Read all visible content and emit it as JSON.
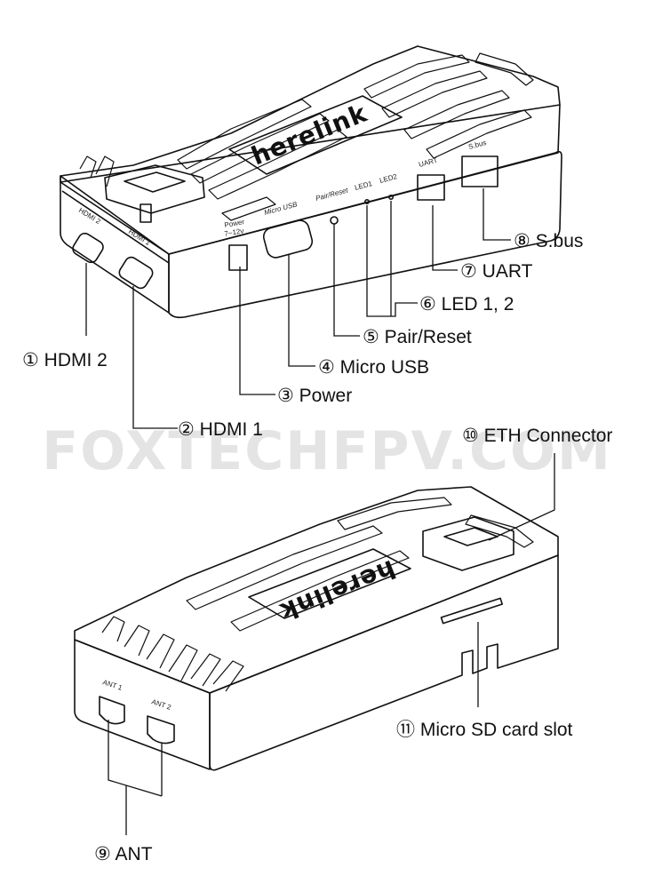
{
  "watermark": "FOXTECHFPV.COM",
  "device_brand": "herelink",
  "port_labels": {
    "hdmi2": "HDMI 2",
    "hdmi1": "HDMI 1",
    "power_line1": "Power",
    "power_line2": "7~12v",
    "micro_usb": "Micro USB",
    "pair_reset": "Pair/Reset",
    "led1": "LED1",
    "led2": "LED2",
    "uart": "UART",
    "sbus": "S.bus",
    "ant1": "ANT 1",
    "ant2": "ANT 2"
  },
  "callouts": [
    {
      "number": "①",
      "label": "HDMI 2"
    },
    {
      "number": "②",
      "label": "HDMI 1"
    },
    {
      "number": "③",
      "label": "Power"
    },
    {
      "number": "④",
      "label": "Micro USB"
    },
    {
      "number": "⑤",
      "label": "Pair/Reset"
    },
    {
      "number": "⑥",
      "label": "LED 1, 2"
    },
    {
      "number": "⑦",
      "label": "UART"
    },
    {
      "number": "⑧",
      "label": "S.bus"
    },
    {
      "number": "⑨",
      "label": "ANT"
    },
    {
      "number": "⑩",
      "label": "ETH Connector"
    },
    {
      "number": "⑪",
      "label": "Micro SD card slot"
    }
  ]
}
